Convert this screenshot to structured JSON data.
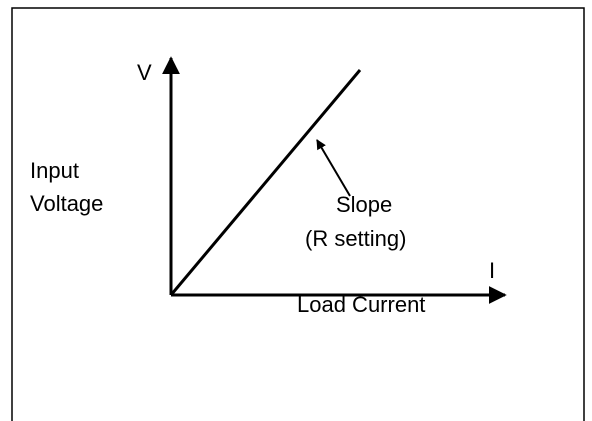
{
  "diagram": {
    "axis_y_symbol": "V",
    "axis_y_label": [
      "Input",
      "Voltage"
    ],
    "axis_x_symbol": "I",
    "axis_x_label": "Load Current",
    "annotation": [
      "Slope",
      "(R setting)"
    ]
  },
  "colors": {
    "line": "#000000",
    "border": "#000000",
    "background": "#ffffff"
  }
}
